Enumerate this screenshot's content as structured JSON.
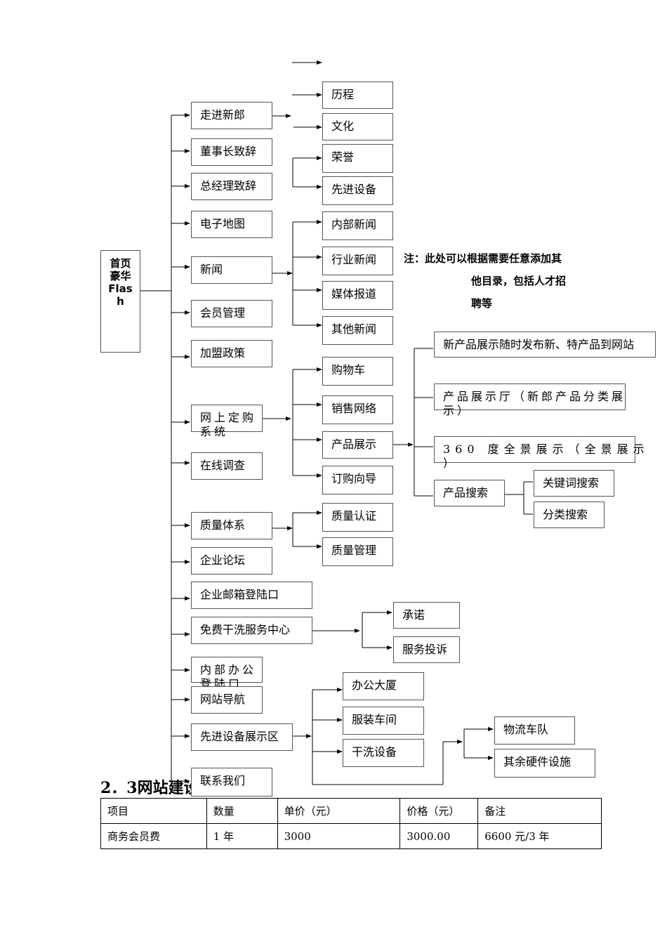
{
  "root": {
    "lines": [
      "首页",
      "豪华",
      "Flas",
      "h"
    ]
  },
  "level1": [
    "走进新郎",
    "董事长致辞",
    "总经理致辞",
    "电子地图",
    "新闻",
    "会员管理",
    "加盟政策",
    "网上定购",
    "在线调查",
    "质量体系",
    "企业论坛",
    "企业邮箱登陆口",
    "免费干洗服务中心",
    "内部办公",
    "网站导航",
    "先进设备展示区",
    "联系我们"
  ],
  "level1_wrapped": {
    "online_order_tail": "系统",
    "internal_office_tail": "登陆口"
  },
  "company": [
    "历程",
    "文化",
    "荣誉",
    "先进设备"
  ],
  "news": [
    "内部新闻",
    "行业新闻",
    "媒体报道",
    "其他新闻"
  ],
  "order": [
    "购物车",
    "销售网络",
    "产品展示",
    "订购向导"
  ],
  "product": {
    "new_release": "新产品展示随时发布新、特产品到网站",
    "hall": "产品展示厅（新郎产品分类展",
    "hall_tail": "示）",
    "panorama": "360 度全景展示（全景展示",
    "panorama_tail": "）",
    "search": "产品搜索"
  },
  "search": [
    "关键词搜索",
    "分类搜索"
  ],
  "quality": [
    "质量认证",
    "质量管理"
  ],
  "dryclean": [
    "承诺",
    "服务投诉"
  ],
  "equipment": [
    "办公大厦",
    "服装车间",
    "干洗设备"
  ],
  "hardware": [
    "物流车队",
    "其余硬件设施"
  ],
  "note": {
    "line1": "注：此处可以根据需要任意添加其",
    "line2": "他目录，包括人才招",
    "line3": "聘等"
  },
  "section_heading": "2．3网站建设报价",
  "table": {
    "headers": [
      "项目",
      "数量",
      "单价（元）",
      "价格（元）",
      "备注"
    ],
    "rows": [
      [
        "商务会员费",
        "1 年",
        "3000",
        "3000.00",
        "6600 元/3 年"
      ]
    ]
  }
}
